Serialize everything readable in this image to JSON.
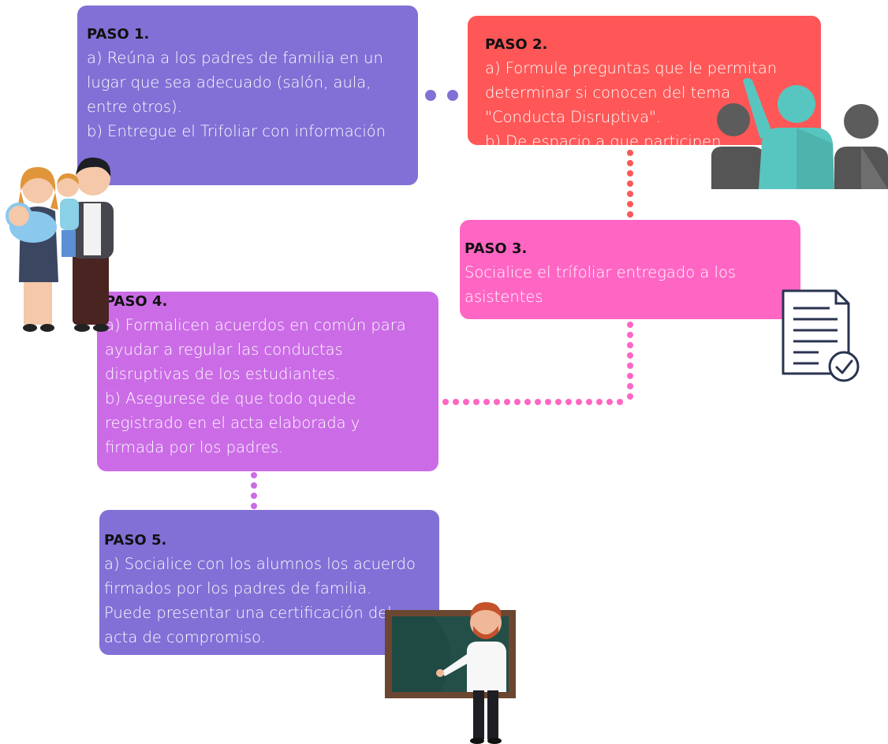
{
  "colors": {
    "paso1": "#8270d6",
    "paso2": "#ff5757",
    "paso3": "#ff66c4",
    "paso4": "#cb6ce6",
    "paso5": "#8270d6"
  },
  "steps": [
    {
      "title": "PASO 1.",
      "lines": [
        "a) Reúna a los padres de familia en un",
        "lugar que sea adecuado (salón, aula,",
        "entre otros).",
        "b) Entregue el Trifoliar con información"
      ]
    },
    {
      "title": "PASO 2.",
      "lines": [
        "a) Formule preguntas que le permitan",
        "determinar si conocen del tema",
        "\"Conducta Disruptiva\".",
        "b) De espacio a que participen."
      ]
    },
    {
      "title": "PASO 3.",
      "lines": [
        "Socialice el trífoliar entregado a los",
        "asistentes"
      ]
    },
    {
      "title": "PASO 4.",
      "lines": [
        "a) Formalicen acuerdos en común para",
        "ayudar a regular las conductas",
        "disruptivas de los estudiantes.",
        "b) Asegurese de que todo quede",
        "registrado en el acta elaborada y",
        "firmada por los padres."
      ]
    },
    {
      "title": "PASO 5.",
      "lines": [
        "a) Socialice con los alumnos los acuerdo",
        "firmados por los padres de familia.",
        "Puede presentar una certificación del",
        "acta de compromiso."
      ]
    }
  ],
  "icons": [
    "family-icon",
    "classroom-icon",
    "document-check-icon",
    "teacher-icon"
  ]
}
